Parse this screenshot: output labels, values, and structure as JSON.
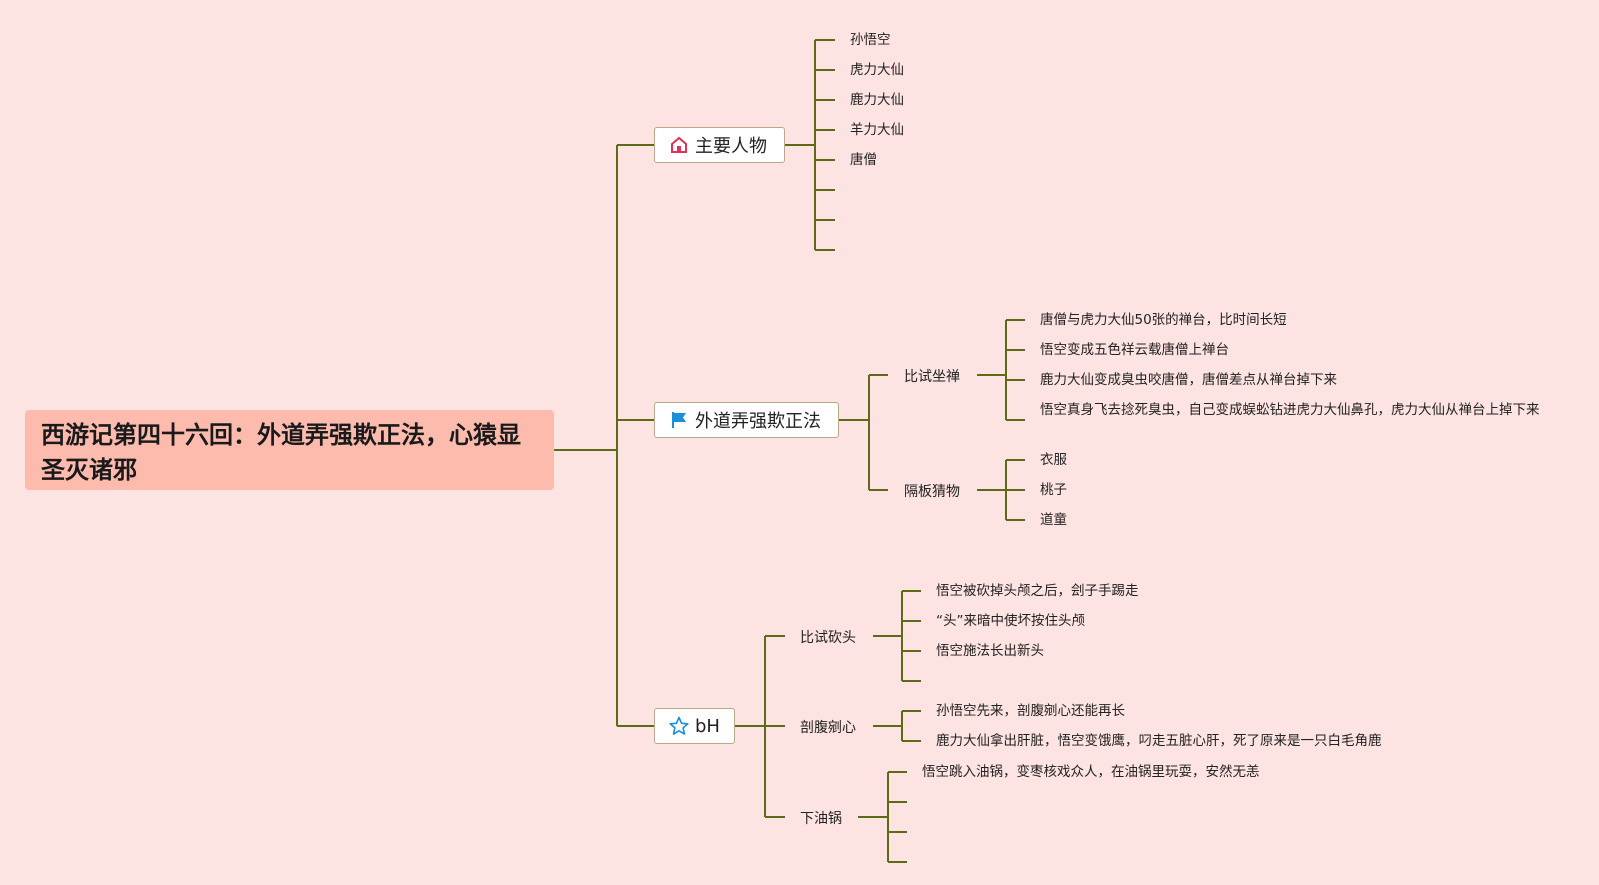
{
  "root": {
    "title": "西游记第四十六回：外道弄强欺正法，心猿显圣灭诸邪"
  },
  "branches": [
    {
      "label": "主要人物",
      "icon": "home-icon",
      "items": [
        "孙悟空",
        "虎力大仙",
        "鹿力大仙",
        "羊力大仙",
        "唐僧",
        "",
        "",
        ""
      ]
    },
    {
      "label": "外道弄强欺正法",
      "icon": "flag-icon",
      "subs": [
        {
          "label": "比试坐禅",
          "items": [
            "唐僧与虎力大仙50张的禅台，比时间长短",
            "悟空变成五色祥云载唐僧上禅台",
            "鹿力大仙变成臭虫咬唐僧，唐僧差点从禅台掉下来",
            "悟空真身飞去捻死臭虫，自己变成蜈蚣钻进虎力大仙鼻孔，虎力大仙从禅台上掉下来"
          ]
        },
        {
          "label": "隔板猜物",
          "items": [
            "衣服",
            "桃子",
            "道童"
          ]
        }
      ]
    },
    {
      "label": "bH",
      "icon": "star-icon",
      "subs": [
        {
          "label": "比试砍头",
          "items": [
            "悟空被砍掉头颅之后，刽子手踢走",
            "“头”来暗中使坏按住头颅",
            "悟空施法长出新头",
            ""
          ]
        },
        {
          "label": "剖腹剜心",
          "items": [
            "孙悟空先来，剖腹剜心还能再长",
            "鹿力大仙拿出肝脏，悟空变饿鹰，叼走五脏心肝，死了原来是一只白毛角鹿"
          ]
        },
        {
          "label": "下油锅",
          "items": [
            "悟空跳入油锅，变枣核戏众人，在油锅里玩耍，安然无恙",
            "",
            "",
            ""
          ]
        }
      ]
    }
  ],
  "colors": {
    "background": "#fde3e1",
    "root_fill": "#fdbbae",
    "line": "#5d6b14",
    "home_icon": "#e0315a",
    "flag_icon": "#1a8fd6",
    "star_icon": "#1a8fd6"
  }
}
